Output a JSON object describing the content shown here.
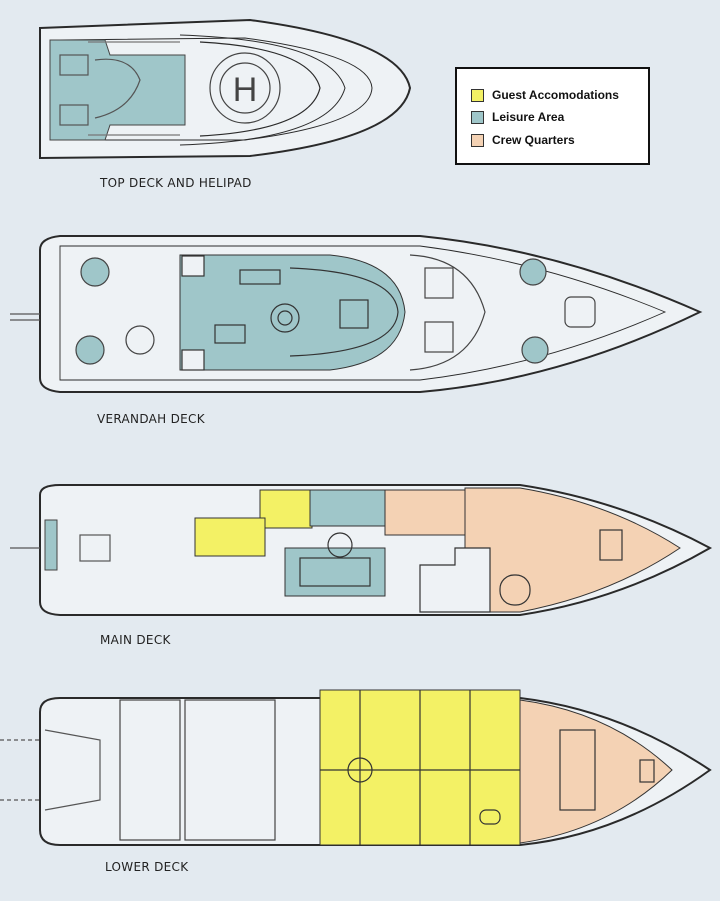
{
  "colors": {
    "background": "#e3eaf0",
    "guest": "#f3f165",
    "leisure": "#9fc6c9",
    "crew": "#f4d2b4",
    "outline": "#2a2a2a"
  },
  "legend": {
    "items": [
      {
        "label": "Guest Accomodations",
        "color": "#f3f165"
      },
      {
        "label": "Leisure Area",
        "color": "#9fc6c9"
      },
      {
        "label": "Crew Quarters",
        "color": "#f4d2b4"
      }
    ]
  },
  "decks": {
    "top": "TOP DECK AND HELIPAD",
    "verandah": "VERANDAH DECK",
    "main": "MAIN DECK",
    "lower": "LOWER DECK"
  },
  "helipad_letter": "H"
}
